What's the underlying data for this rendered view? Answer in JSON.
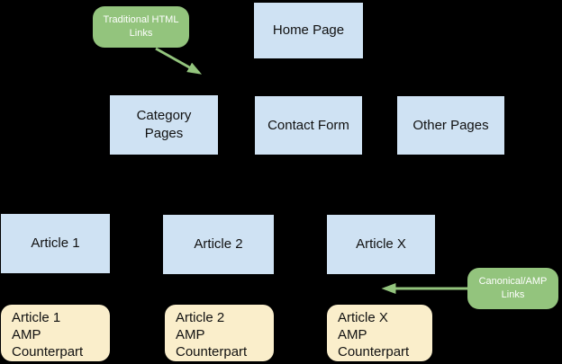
{
  "colors": {
    "background": "#000000",
    "page-fill": "#cfe2f3",
    "amp-fill": "#faeecb",
    "note-fill": "#93c47d",
    "note-text": "#ffffff",
    "arrow": "#93c47d",
    "label-text": "#111111"
  },
  "diagram": {
    "nodes": {
      "home": "Home Page",
      "category": "Category\nPages",
      "contact": "Contact Form",
      "other": "Other Pages",
      "article1": "Article 1",
      "article2": "Article 2",
      "articlex": "Article X",
      "amp1": "Article 1\nAMP\nCounterpart",
      "amp2": "Article 2\nAMP\nCounterpart",
      "ampx": "Article X\nAMP\nCounterpart"
    },
    "callouts": {
      "traditional": "Traditional HTML\nLinks",
      "canonical": "Canonical/AMP\nLinks"
    }
  }
}
